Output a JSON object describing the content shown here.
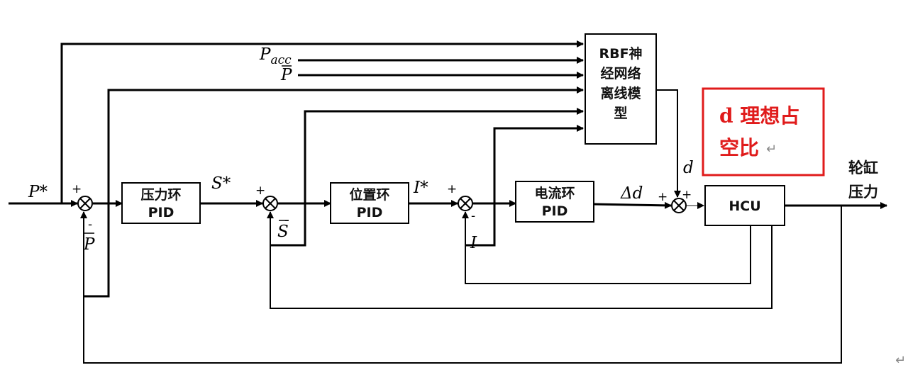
{
  "blocks": {
    "pressure_pid": [
      "压力环",
      "PID"
    ],
    "position_pid": [
      "位置环",
      "PID"
    ],
    "current_pid": [
      "电流环",
      "PID"
    ],
    "hcu": "HCU",
    "rbf": [
      "RBF神",
      "经网络",
      "离线模",
      "型"
    ]
  },
  "signals": {
    "p_ref": "P*",
    "p_fb": "P",
    "p_acc": "P",
    "p_acc_sub": "acc",
    "p_bar": "P",
    "s_ref": "S*",
    "s_fb": "S",
    "i_ref": "I*",
    "i_fb": "I",
    "delta_d": "Δd",
    "d": "d"
  },
  "signs": {
    "plus": "+",
    "minus": "-"
  },
  "output_label": [
    "轮缸",
    "压力"
  ],
  "note": {
    "lines": [
      "d 理想占",
      "空比"
    ],
    "border_color": "#e01b1b"
  },
  "return_mark": "↵"
}
